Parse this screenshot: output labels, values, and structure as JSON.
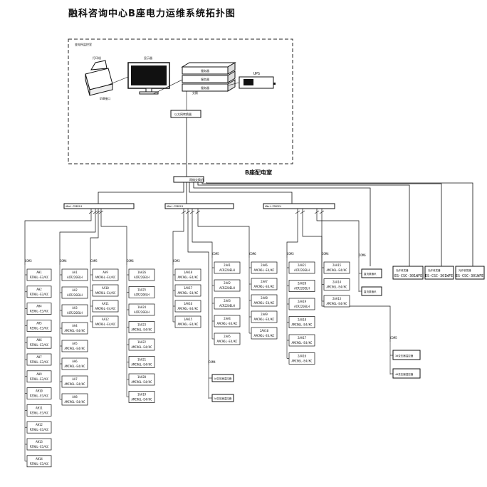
{
  "title": "融科咨询中心B座电力运维系统拓扑图",
  "room_label": "B座配电室",
  "monitor_room": {
    "label": "变电所监控室",
    "printer": "打印机",
    "display": "显示器",
    "server1": "服务器",
    "server2": "服务器",
    "server3": "服务器",
    "ups": "UPS",
    "usb_label": "USB接口",
    "switch_label": "交换",
    "converter": "以太网转换器"
  },
  "main_gateway": "网络交换机",
  "gateways": [
    {
      "id": "g1",
      "label": "ANet-PRB2E4"
    },
    {
      "id": "g2",
      "label": "ANet-PRB2E4"
    },
    {
      "id": "g3",
      "label": "ANet-PRB2E4"
    }
  ],
  "columns": [
    {
      "id": "c1",
      "com": "COM3",
      "meters": [
        {
          "id": "AH1",
          "model": "PZ96L-E3/KC"
        },
        {
          "id": "AH2",
          "model": "PZ96L-E3/KC"
        },
        {
          "id": "AH4",
          "model": "PZ96L-E3/KC"
        },
        {
          "id": "AH5",
          "model": "PZ96L-E3/KC"
        },
        {
          "id": "AH6",
          "model": "PZ96L-E3/KC"
        },
        {
          "id": "AH7",
          "model": "PZ96L-E3/KC"
        },
        {
          "id": "AH9",
          "model": "PZ96L-E3/KC"
        },
        {
          "id": "AH10",
          "model": "PZ96L-E3/KC"
        },
        {
          "id": "AH11",
          "model": "PZ96L-E3/KC"
        },
        {
          "id": "AH12",
          "model": "PZ96L-E3/KC"
        },
        {
          "id": "AH13",
          "model": "PZ96L-E3/KC"
        },
        {
          "id": "AH14",
          "model": "PZ96L-E3/KC"
        }
      ]
    },
    {
      "id": "c2",
      "com": "COM4",
      "meters": [
        {
          "id": "AA1",
          "model": "ACR220ELH"
        },
        {
          "id": "AA2",
          "model": "ACR220ELH"
        },
        {
          "id": "AA3",
          "model": "ACR220ELH"
        },
        {
          "id": "AA4",
          "model": "AMC96L-E4/KC"
        },
        {
          "id": "AA5",
          "model": "AMC96L-E4/KC"
        },
        {
          "id": "AA6",
          "model": "AMC96L-E4/KC"
        },
        {
          "id": "AA7",
          "model": "AMC96L-E4/KC"
        },
        {
          "id": "AA8",
          "model": "AMC96L-E4/KC"
        }
      ]
    },
    {
      "id": "c3",
      "com": "COM5",
      "meters": [
        {
          "id": "AA9",
          "model": "AMC96L-E4/KC"
        },
        {
          "id": "AA10",
          "model": "AMC96L-E4/KC"
        },
        {
          "id": "AA11",
          "model": "AMC96L-E4/KC"
        },
        {
          "id": "AA12",
          "model": "AMC96L-E4/KC"
        }
      ]
    },
    {
      "id": "c4",
      "com": "COM6",
      "meters": [
        {
          "id": "1AA26",
          "model": "ACR220ELH"
        },
        {
          "id": "1AA25",
          "model": "ACR220ELH"
        },
        {
          "id": "1AA24",
          "model": "ACR220ELH"
        },
        {
          "id": "1AA23",
          "model": "AMC96L-E4/KC"
        },
        {
          "id": "1AA22",
          "model": "AMC96L-E4/KC"
        },
        {
          "id": "1AA21",
          "model": "AMC96L-E4/KC"
        },
        {
          "id": "1AA20",
          "model": "AMC96L-E4/KC"
        },
        {
          "id": "1AA19",
          "model": "AMC96L-E4/KC"
        }
      ]
    },
    {
      "id": "c5",
      "com": "COM3",
      "meters": [
        {
          "id": "1AA18",
          "model": "AMC96L-E4/KC"
        },
        {
          "id": "1AA17",
          "model": "AMC96L-E4/KC"
        },
        {
          "id": "1AA16",
          "model": "AMC96L-E4/KC"
        },
        {
          "id": "1AA15",
          "model": "AMC96L-E4/KC"
        }
      ]
    },
    {
      "id": "c6",
      "com": "COM5",
      "meters": [
        {
          "id": "2AA1",
          "model": "ACR220ELH"
        },
        {
          "id": "2AA2",
          "model": "ACR220ELH"
        },
        {
          "id": "2AA3",
          "model": "ACR220ELH"
        },
        {
          "id": "2AA4",
          "model": "AMC96L-E4/KC"
        },
        {
          "id": "2AA5",
          "model": "AMC96L-E4/KC"
        }
      ]
    },
    {
      "id": "c7",
      "com": "COM6",
      "meters": [
        {
          "id": "2AA6",
          "model": "AMC96L-E4/KC"
        },
        {
          "id": "2AA7",
          "model": "AMC96L-E4/KC"
        },
        {
          "id": "2AA8",
          "model": "AMC96L-E4/KC"
        },
        {
          "id": "2AA9",
          "model": "AMC96L-E4/KC"
        },
        {
          "id": "2AA10",
          "model": "AMC96L-E4/KC"
        }
      ]
    },
    {
      "id": "c8",
      "com": "COM3",
      "meters": [
        {
          "id": "2AA21",
          "model": "ACR220ELH"
        },
        {
          "id": "2AA20",
          "model": "ACR220ELH"
        },
        {
          "id": "2AA19",
          "model": "ACR220ELH"
        },
        {
          "id": "2AA18",
          "model": "AMC96L-E4/KC"
        },
        {
          "id": "2AA17",
          "model": "AMC96L-E4/KC"
        },
        {
          "id": "2AA16",
          "model": "AMC96L-E4/KC"
        }
      ]
    },
    {
      "id": "c9",
      "com": "COM4",
      "meters": [
        {
          "id": "2AA15",
          "model": "AMC96L-E4/KC"
        },
        {
          "id": "2AA14",
          "model": "AMC96L-E4/KC"
        },
        {
          "id": "2AA13",
          "model": "AMC96L-E4/KC"
        }
      ]
    }
  ],
  "com4_mid": {
    "com": "COM4",
    "items": [
      "1#变压器温控器",
      "2#变压器温控器"
    ]
  },
  "com6_right": {
    "com": "COM6",
    "items": [
      "直流屏通讯",
      "直流屏通讯"
    ]
  },
  "com5_right": {
    "com": "COM5",
    "items": [
      "3#变压器温控器",
      "4#变压器温控器"
    ]
  },
  "top_right_devices": [
    {
      "label": "光纤收发器",
      "model": "ES-CSC-301WFE"
    },
    {
      "label": "光纤收发器",
      "model": "ES-CSC-301WFE"
    },
    {
      "label": "光纤收发器",
      "model": "ES-CSC-301WFE"
    }
  ],
  "colors": {
    "line": "#111111",
    "dash": "#222222",
    "screen": "#111111"
  }
}
